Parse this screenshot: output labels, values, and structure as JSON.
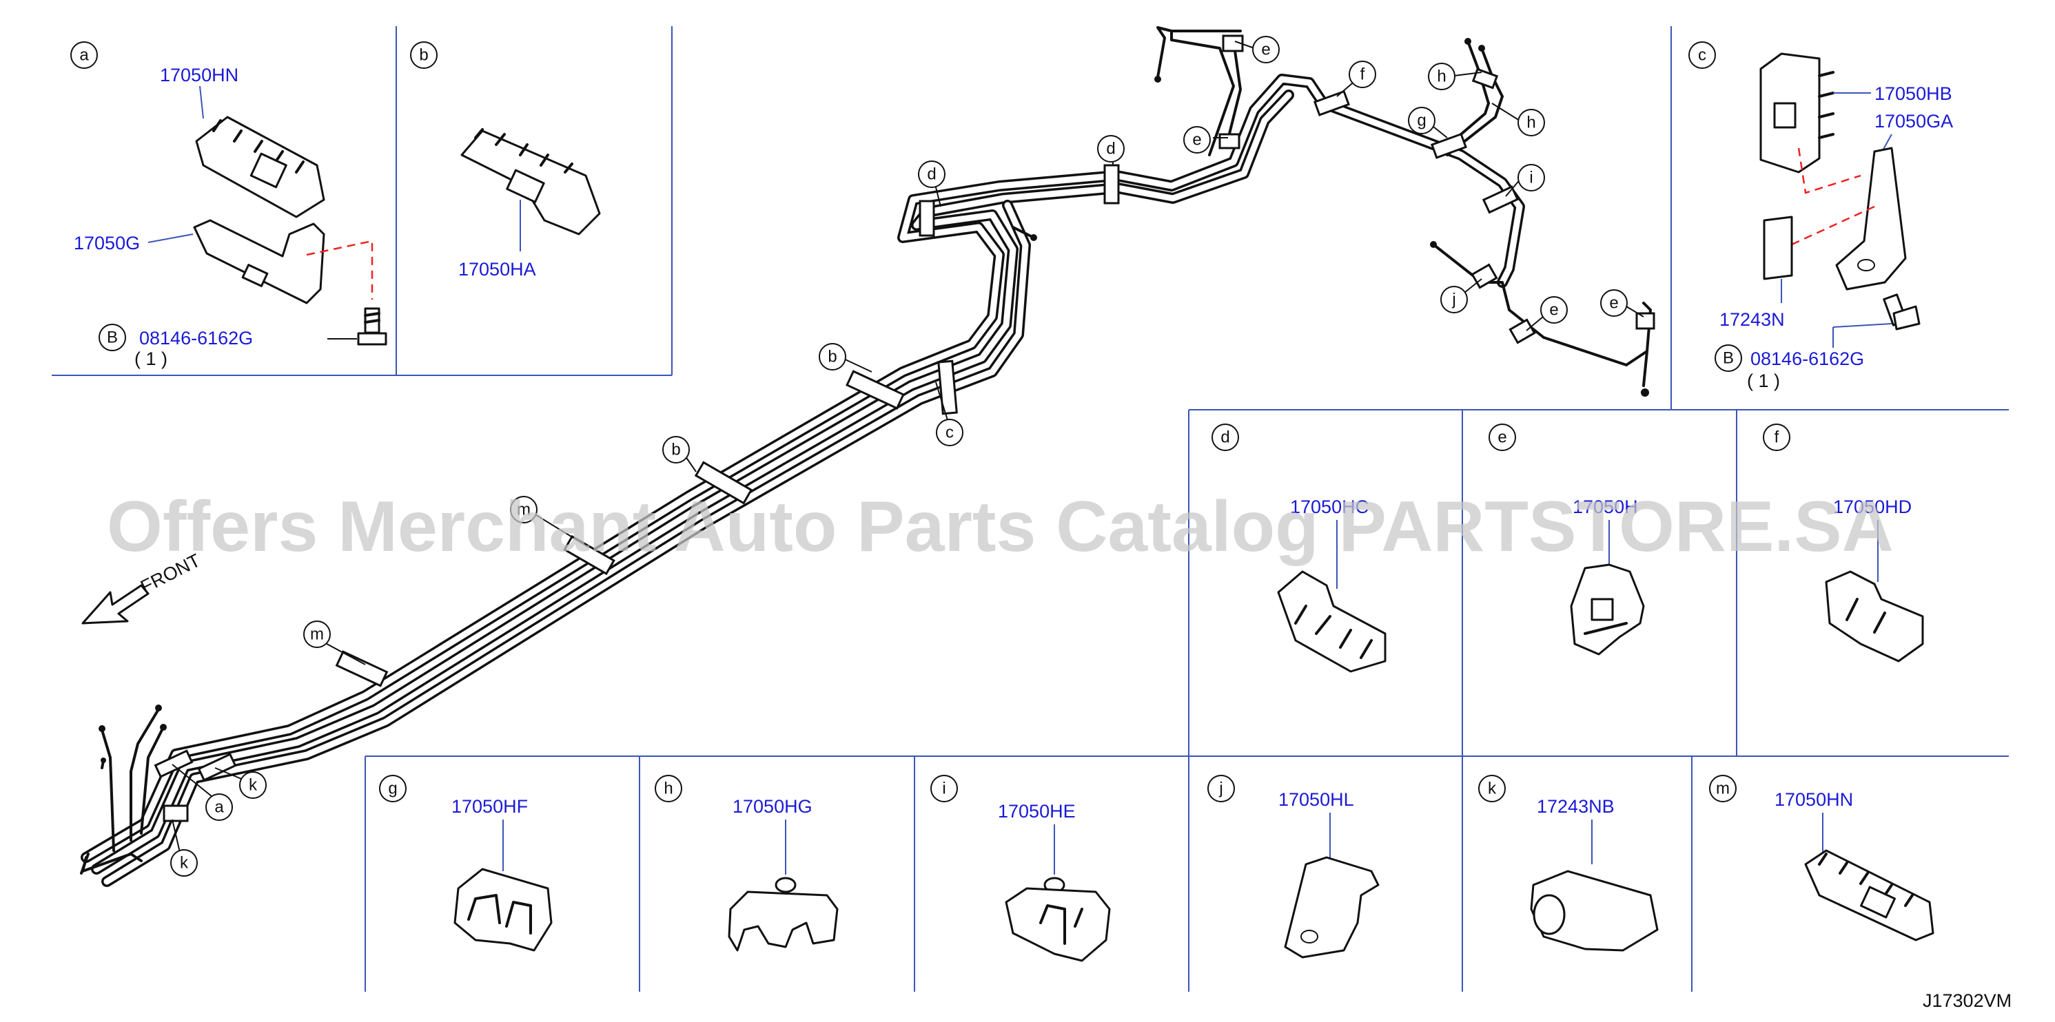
{
  "diagram_code": "J17302VM",
  "watermark": "Offers Merchant Auto Parts Catalog PARTSTORE.SA",
  "front_label": "FRONT",
  "panels": {
    "a": {
      "letter": "a",
      "parts": [
        "17050HN",
        "17050G"
      ],
      "bolt_marker": "B",
      "bolt_part": "08146-6162G",
      "bolt_qty": "( 1 )"
    },
    "b": {
      "letter": "b",
      "parts": [
        "17050HA"
      ]
    },
    "c": {
      "letter": "c",
      "parts": [
        "17050HB",
        "17050GA",
        "17243N"
      ],
      "bolt_marker": "B",
      "bolt_part": "08146-6162G",
      "bolt_qty": "( 1 )"
    },
    "d": {
      "letter": "d",
      "part": "17050HC"
    },
    "e": {
      "letter": "e",
      "part": "17050H"
    },
    "f": {
      "letter": "f",
      "part": "17050HD"
    },
    "g": {
      "letter": "g",
      "part": "17050HF"
    },
    "h": {
      "letter": "h",
      "part": "17050HG"
    },
    "i": {
      "letter": "i",
      "part": "17050HE"
    },
    "j": {
      "letter": "j",
      "part": "17050HL"
    },
    "k": {
      "letter": "k",
      "part": "17243NB"
    },
    "m": {
      "letter": "m",
      "part": "17050HN"
    }
  },
  "callouts": [
    "a",
    "b",
    "b",
    "c",
    "d",
    "d",
    "e",
    "e",
    "e",
    "e",
    "f",
    "g",
    "h",
    "h",
    "i",
    "j",
    "k",
    "k",
    "m",
    "m"
  ],
  "icons": {
    "circle_label": "circled-letter-icon",
    "front_arrow": "front-arrow-icon",
    "bolt": "bolt-icon"
  }
}
